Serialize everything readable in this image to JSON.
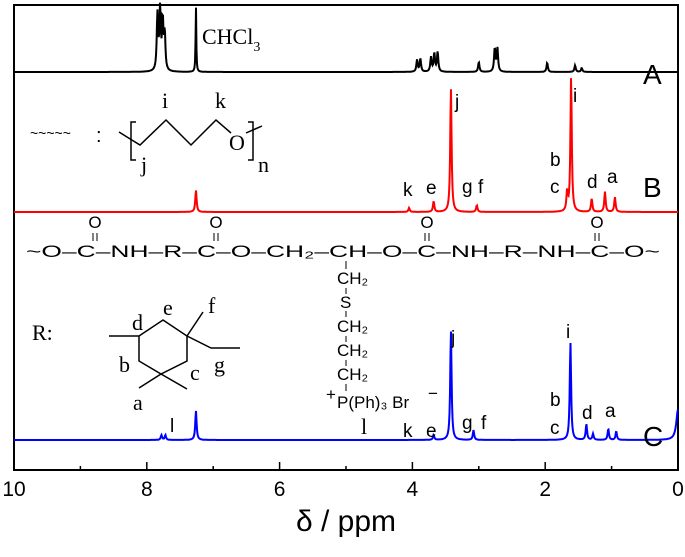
{
  "chart_data": {
    "type": "line",
    "xlabel": "δ / ppm",
    "xlim": [
      10,
      0
    ],
    "x_reversed": true,
    "xticks": [
      "10",
      "8",
      "6",
      "4",
      "2",
      "0"
    ],
    "grid": false,
    "series_color": {
      "A": "#000000",
      "B": "#ff0000",
      "C": "#0000ff"
    },
    "series": [
      {
        "name": "A",
        "color": "#000000",
        "peaks_ppm_intensity": [
          [
            7.84,
            0.85
          ],
          [
            7.8,
            0.95
          ],
          [
            7.76,
            0.75
          ],
          [
            7.73,
            0.55
          ],
          [
            7.26,
            1.0
          ],
          [
            3.93,
            0.18
          ],
          [
            3.88,
            0.2
          ],
          [
            3.72,
            0.22
          ],
          [
            3.67,
            0.28
          ],
          [
            3.62,
            0.3
          ],
          [
            3.0,
            0.15
          ],
          [
            2.76,
            0.35
          ],
          [
            2.72,
            0.36
          ],
          [
            1.97,
            0.14
          ],
          [
            1.55,
            0.1
          ],
          [
            1.45,
            0.06
          ]
        ]
      },
      {
        "name": "B",
        "color": "#ff0000",
        "peaks_ppm_intensity": [
          [
            7.26,
            0.16
          ],
          [
            4.05,
            0.03
          ],
          [
            3.68,
            0.08
          ],
          [
            3.42,
            0.92
          ],
          [
            3.03,
            0.05
          ],
          [
            1.67,
            0.14
          ],
          [
            1.61,
            1.0
          ],
          [
            1.3,
            0.1
          ],
          [
            1.1,
            0.15
          ],
          [
            0.95,
            0.11
          ]
        ]
      },
      {
        "name": "C",
        "color": "#0000ff",
        "peaks_ppm_intensity": [
          [
            7.78,
            0.04
          ],
          [
            7.72,
            0.04
          ],
          [
            7.26,
            0.24
          ],
          [
            3.68,
            0.04
          ],
          [
            3.42,
            0.9
          ],
          [
            3.08,
            0.08
          ],
          [
            1.62,
            0.8
          ],
          [
            1.38,
            0.13
          ],
          [
            1.28,
            0.05
          ],
          [
            1.05,
            0.09
          ],
          [
            0.93,
            0.07
          ],
          [
            0.0,
            0.25
          ]
        ]
      }
    ],
    "annotations": {
      "A": {
        "solvent": "CHCl",
        "solvent_sub": "3",
        "panel": "A"
      },
      "B": {
        "j": "j",
        "i": "i",
        "k": "k",
        "e": "e",
        "g": "g",
        "f": "f",
        "b": "b",
        "c": "c",
        "d": "d",
        "a": "a",
        "panel": "B"
      },
      "C": {
        "l1": "l",
        "l2": "l",
        "j": "j",
        "i": "i",
        "k": "k",
        "e": "e",
        "g": "g",
        "f": "f",
        "b": "b",
        "c": "c",
        "d": "d",
        "a": "a",
        "panel": "C"
      }
    }
  },
  "structures": {
    "soft_segment": {
      "wavy": "~~~~~",
      "colon": ":",
      "i": "i",
      "k": "k",
      "j": "j",
      "o": "O",
      "n": "n"
    },
    "chain": "~O–C–NH–R–C–O–CH₂–CH–O–C–NH–R–NH–C–O~",
    "carbonyl_o": "O",
    "side_chain": [
      "CH₂",
      "S",
      "CH₂",
      "CH₂",
      "CH₂",
      "P(Ph)₃ Br"
    ],
    "side_charges": {
      "plus": "+",
      "minus": "−"
    },
    "r_group": {
      "label": "R:",
      "a": "a",
      "b": "b",
      "c": "c",
      "d": "d",
      "e": "e",
      "f": "f",
      "g": "g"
    }
  }
}
